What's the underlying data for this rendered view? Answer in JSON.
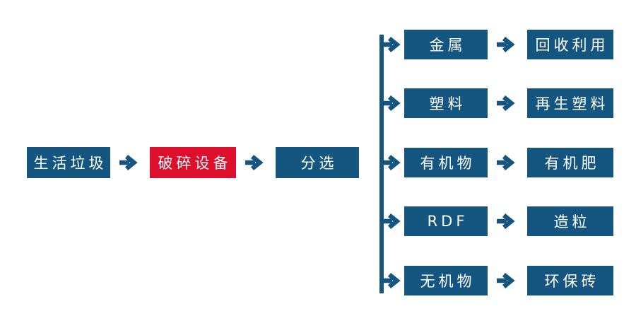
{
  "diagram": {
    "type": "flowchart",
    "description": "Household waste sorting and recycling process flow",
    "colors": {
      "primary_blue": "#14567F",
      "accent_red": "#DE0F2C",
      "node_text": "#FFFFFF",
      "background": "#FFFFFF"
    },
    "main_flow": {
      "nodes": [
        {
          "id": "household-waste",
          "label": "生活垃圾",
          "color": "blue"
        },
        {
          "id": "crushing-equipment",
          "label": "破碎设备",
          "color": "red"
        },
        {
          "id": "sorting",
          "label": "分选",
          "color": "blue"
        }
      ]
    },
    "branches": [
      {
        "source": "金属",
        "result": "回收利用"
      },
      {
        "source": "塑料",
        "result": "再生塑料"
      },
      {
        "source": "有机物",
        "result": "有机肥"
      },
      {
        "source": "RDF",
        "result": "造粒"
      },
      {
        "source": "无机物",
        "result": "环保砖"
      }
    ]
  }
}
